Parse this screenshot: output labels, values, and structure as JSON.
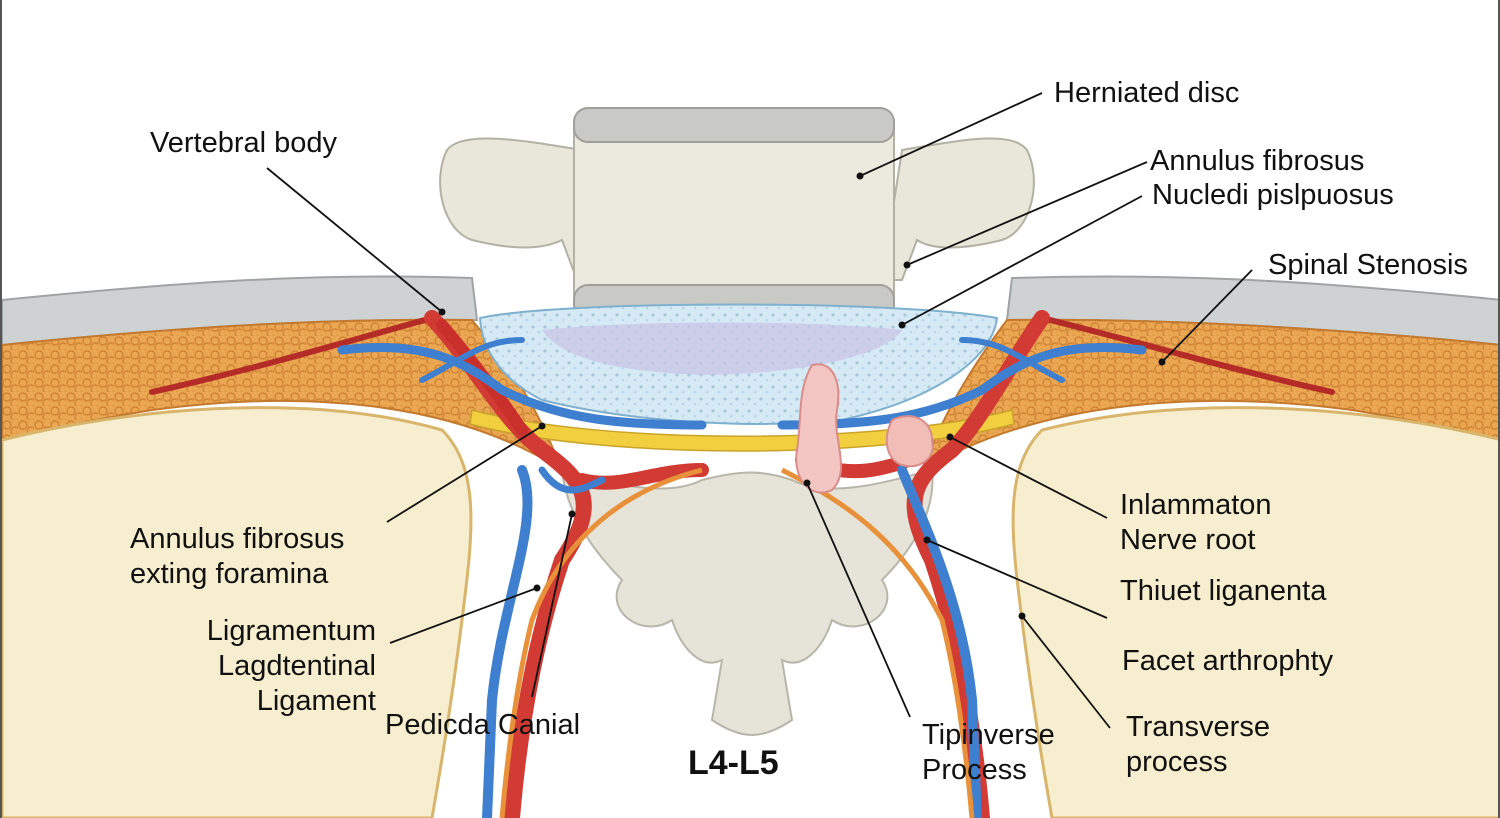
{
  "labels": {
    "vertebral_body": "Vertebral body",
    "herniated_disc": "Herniated disc",
    "annulus_fibrosus_top": "Annulus fibrosus",
    "nucledi": "Nucledi pislpuosus",
    "spinal_stenosis": "Spinal Stenosis",
    "annulus_left_1": "Annulus fibrosus",
    "annulus_left_2": "exting foramina",
    "ligramentum_1": "Ligramentum",
    "ligramentum_2": "Lagdtentinal",
    "ligramentum_3": "Ligament",
    "pedicda": "Pedicda Canial",
    "title": "L4-L5",
    "tipinverse_1": "Tipinverse",
    "tipinverse_2": "Process",
    "inflammation_1": "Inlammaton",
    "inflammation_2": "Nerve root",
    "thiuet": "Thiuet liganenta",
    "facet": "Facet arthrophty",
    "transverse_1": "Transverse",
    "transverse_2": "process"
  },
  "colors": {
    "bone": "#e9e6da",
    "bone_shade": "#c9c6bc",
    "fat": "#e9a24e",
    "marrow": "#f6eccc",
    "nerve_red": "#d23a34",
    "vessel_blue": "#3f7fcf",
    "dura_yellow": "#f2cf3e",
    "disc_blue": "#cfe6f3",
    "skin_grey": "#c9cccd",
    "leader": "#111111"
  }
}
